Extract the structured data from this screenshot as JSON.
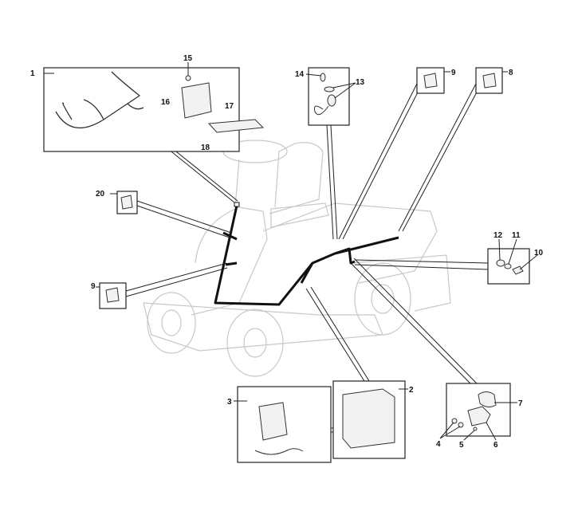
{
  "title": "Electrical parts diagram - ride-on mower",
  "callouts": {
    "p1": "1",
    "p2": "2",
    "p3": "3",
    "p4": "4",
    "p5": "5",
    "p6": "6",
    "p7": "7",
    "p8": "8",
    "p9_top": "9",
    "p9_left": "9",
    "p10": "10",
    "p11": "11",
    "p12": "12",
    "p13": "13",
    "p14": "14",
    "p15": "15",
    "p16": "16",
    "p17": "17",
    "p18": "18",
    "p20": "20"
  }
}
